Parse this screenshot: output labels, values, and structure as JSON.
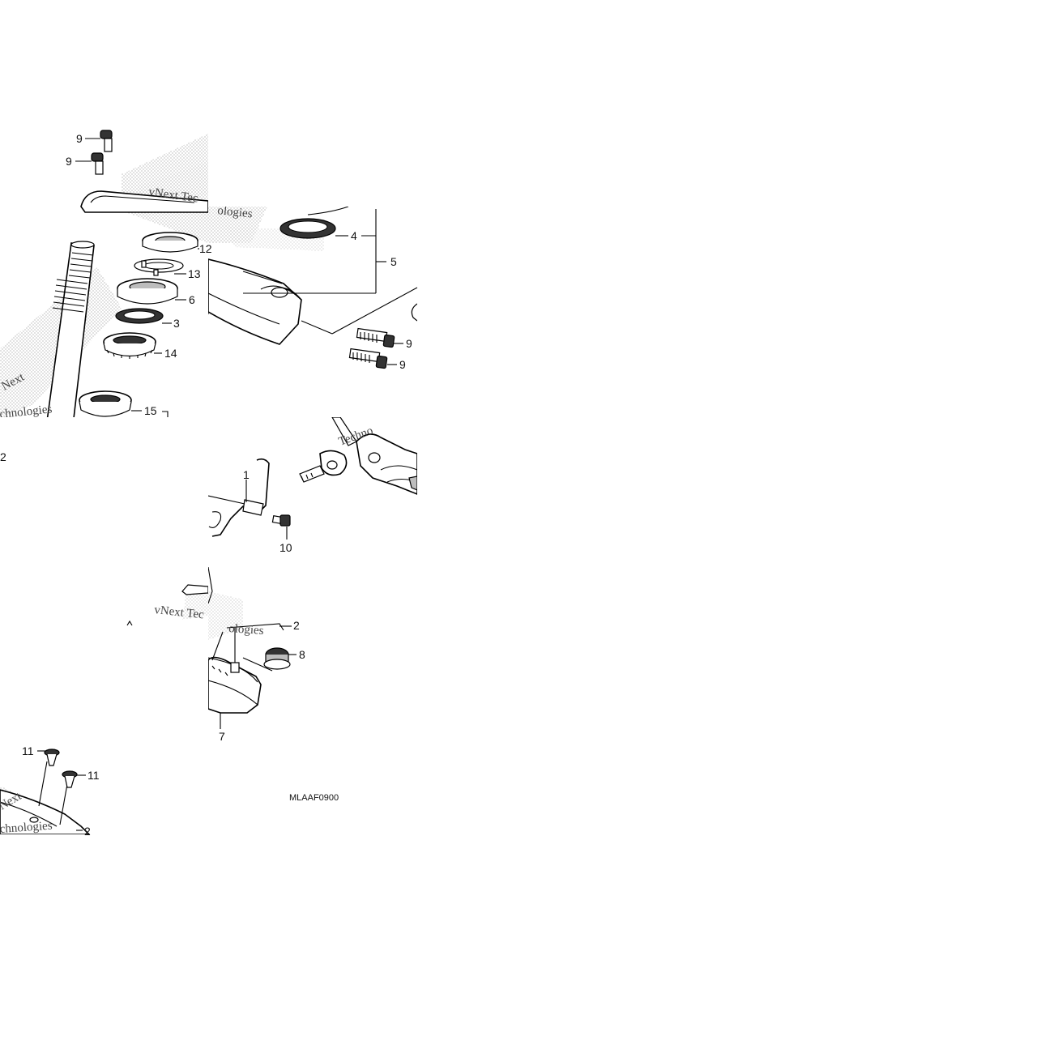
{
  "diagram": {
    "code": "MLAAF0900",
    "watermark": {
      "line1": "vNext Technologies",
      "line2": "Technologies",
      "fragment1": "vNext Tec",
      "fragment2": "ologies",
      "fragment3": "Techno",
      "fragment4": "chnologies",
      "fragment5": "Next"
    },
    "callouts": [
      {
        "id": "c9a",
        "label": "9"
      },
      {
        "id": "c9b",
        "label": "9"
      },
      {
        "id": "c12",
        "label": "12"
      },
      {
        "id": "c13",
        "label": "13"
      },
      {
        "id": "c6",
        "label": "6"
      },
      {
        "id": "c3",
        "label": "3"
      },
      {
        "id": "c14",
        "label": "14"
      },
      {
        "id": "c15",
        "label": "15"
      },
      {
        "id": "c2a",
        "label": "2"
      },
      {
        "id": "c4",
        "label": "4"
      },
      {
        "id": "c5",
        "label": "5"
      },
      {
        "id": "c9c",
        "label": "9"
      },
      {
        "id": "c9d",
        "label": "9"
      },
      {
        "id": "c1",
        "label": "1"
      },
      {
        "id": "c10",
        "label": "10"
      },
      {
        "id": "c2b",
        "label": "2"
      },
      {
        "id": "c8",
        "label": "8"
      },
      {
        "id": "c7",
        "label": "7"
      },
      {
        "id": "c11a",
        "label": "11"
      },
      {
        "id": "c11b",
        "label": "11"
      },
      {
        "id": "c2c",
        "label": "2"
      }
    ]
  }
}
